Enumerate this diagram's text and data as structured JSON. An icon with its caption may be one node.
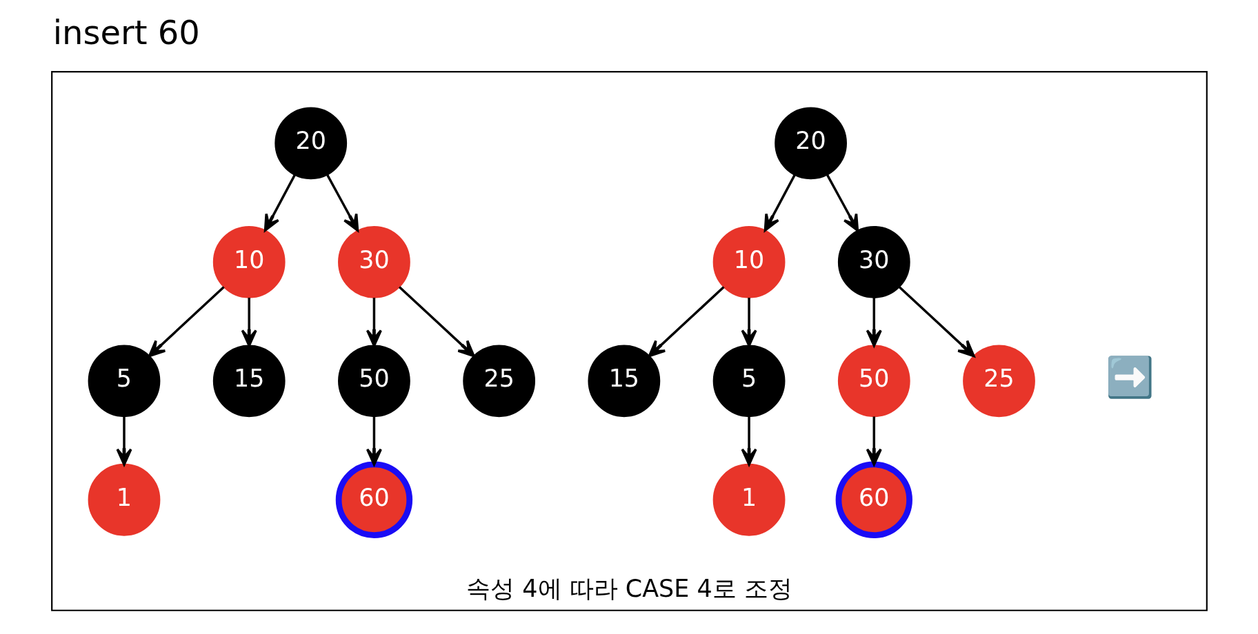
{
  "diagram": {
    "title": "insert 60",
    "nodes": [
      {
        "text": [
          "속성 4에 따라 CASE 4로 조정"
        ]
      },
      {
        "text": [
          "20"
        ],
        "in": 0
      },
      {
        "text": [
          "10"
        ],
        "in": 0
      },
      {
        "text": [
          "30"
        ],
        "in": 0
      },
      {
        "text": [
          "5"
        ],
        "in": 0
      },
      {
        "text": [
          "15"
        ],
        "in": 0
      },
      {
        "text": [
          "25"
        ],
        "in": 0
      },
      {
        "text": [
          "50"
        ],
        "in": 0
      },
      {
        "text": [
          "1"
        ],
        "in": 0
      },
      {
        "text": [
          "60"
        ],
        "in": 0
      },
      {
        "text": [
          "20"
        ],
        "in": 0
      },
      {
        "text": [
          "10"
        ],
        "in": 0
      },
      {
        "text": [
          "30"
        ],
        "in": 0
      },
      {
        "text": [
          "5"
        ],
        "in": 0
      },
      {
        "text": [
          "15"
        ],
        "in": 0
      },
      {
        "text": [
          "25"
        ],
        "in": 0
      },
      {
        "text": [
          "50"
        ],
        "in": 0
      },
      {
        "text": [
          "1"
        ],
        "in": 0
      },
      {
        "text": [
          "60"
        ],
        "in": 0
      }
    ],
    "edges": [
      {
        "from": 1,
        "to": 2,
        "arrow": "to"
      },
      {
        "from": 1,
        "to": 3,
        "arrow": "to"
      },
      {
        "from": 2,
        "to": 4,
        "arrow": "to"
      },
      {
        "from": 2,
        "to": 5,
        "arrow": "to"
      },
      {
        "from": 3,
        "to": 6,
        "arrow": "to"
      },
      {
        "from": 3,
        "to": 7,
        "arrow": "to"
      },
      {
        "from": 4,
        "to": 8,
        "arrow": "to"
      },
      {
        "from": 7,
        "to": 9,
        "arrow": "to"
      },
      {
        "from": 10,
        "to": 11,
        "arrow": "to"
      },
      {
        "from": 10,
        "to": 12,
        "arrow": "to"
      },
      {
        "from": 11,
        "to": 13,
        "arrow": "to"
      },
      {
        "from": 11,
        "to": 14,
        "arrow": "to"
      },
      {
        "from": 12,
        "to": 15,
        "arrow": "to"
      },
      {
        "from": 12,
        "to": 16,
        "arrow": "to"
      },
      {
        "from": 13,
        "to": 17,
        "arrow": "to"
      },
      {
        "from": 16,
        "to": 18,
        "arrow": "to"
      }
    ],
    "labels": [
      "➡️"
    ]
  }
}
